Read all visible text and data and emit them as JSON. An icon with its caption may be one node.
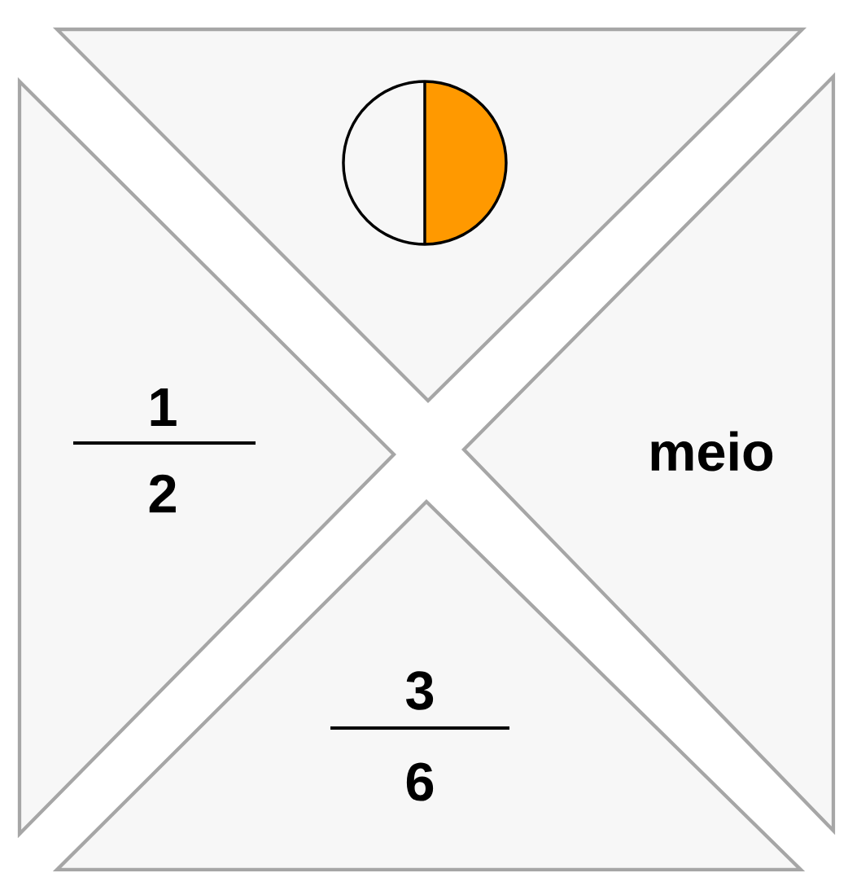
{
  "diagram": {
    "nodes": [
      {
        "text": [],
        "shape": "triangle"
      },
      {
        "text": [],
        "shape": "circle",
        "in": 0
      },
      {
        "text": [
          "1",
          "2"
        ]
      },
      {
        "text": [
          "meio"
        ]
      },
      {
        "text": [
          "3",
          "6"
        ]
      }
    ]
  }
}
